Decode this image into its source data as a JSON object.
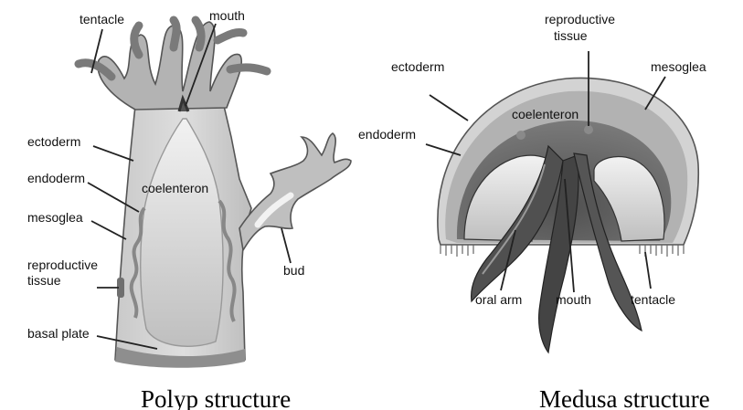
{
  "polyp": {
    "caption": "Polyp structure",
    "labels": {
      "tentacle": "tentacle",
      "mouth": "mouth",
      "ectoderm": "ectoderm",
      "endoderm": "endoderm",
      "coelenteron": "coelenteron",
      "mesoglea": "mesoglea",
      "reproductive_1": "reproductive",
      "reproductive_2": "tissue",
      "bud": "bud",
      "basal_plate": "basal plate"
    }
  },
  "medusa": {
    "caption": "Medusa structure",
    "labels": {
      "reproductive_1": "reproductive",
      "reproductive_2": "tissue",
      "ectoderm": "ectoderm",
      "mesoglea": "mesoglea",
      "coelenteron": "coelenteron",
      "endoderm": "endoderm",
      "oral_arm": "oral arm",
      "mouth": "mouth",
      "tentacle": "tentacle"
    }
  },
  "colors": {
    "outer": "#d2d2d2",
    "mid": "#a7a7a7",
    "dark": "#5e5e5e",
    "darker": "#404040",
    "inner": "#ececec"
  }
}
